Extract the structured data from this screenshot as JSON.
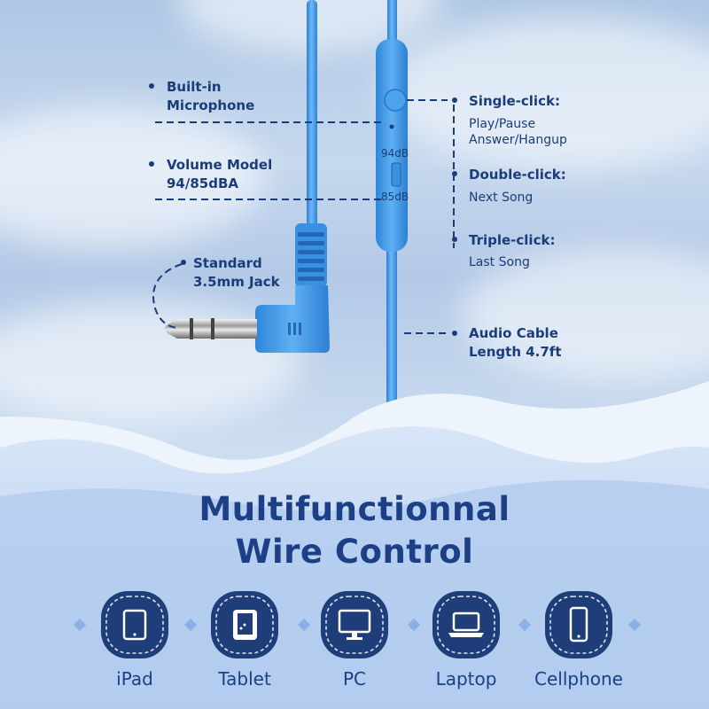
{
  "callouts": {
    "microphone": {
      "line1": "Built-in",
      "line2": "Microphone"
    },
    "volume": {
      "line1": "Volume Model",
      "line2": "94/85dBA"
    },
    "jack": {
      "line1": "Standard",
      "line2": "3.5mm Jack"
    },
    "single_click": {
      "title": "Single-click:",
      "line1": "Play/Pause",
      "line2": "Answer/Hangup"
    },
    "double_click": {
      "title": "Double-click:",
      "line1": "Next Song"
    },
    "triple_click": {
      "title": "Triple-click:",
      "line1": "Last Song"
    },
    "cable": {
      "line1": "Audio Cable",
      "line2": "Length 4.7ft"
    }
  },
  "control": {
    "db_high": "94dB",
    "db_low": "85dB"
  },
  "headline": {
    "line1": "Multifunctionnal",
    "line2": "Wire Control"
  },
  "devices": [
    {
      "label": "iPad",
      "icon": "ipad-icon"
    },
    {
      "label": "Tablet",
      "icon": "tablet-icon"
    },
    {
      "label": "PC",
      "icon": "pc-icon"
    },
    {
      "label": "Laptop",
      "icon": "laptop-icon"
    },
    {
      "label": "Cellphone",
      "icon": "cellphone-icon"
    }
  ],
  "colors": {
    "cable_blue": "#3f96e6",
    "text_navy": "#1a3d7a",
    "badge_navy": "#1f3d78"
  }
}
